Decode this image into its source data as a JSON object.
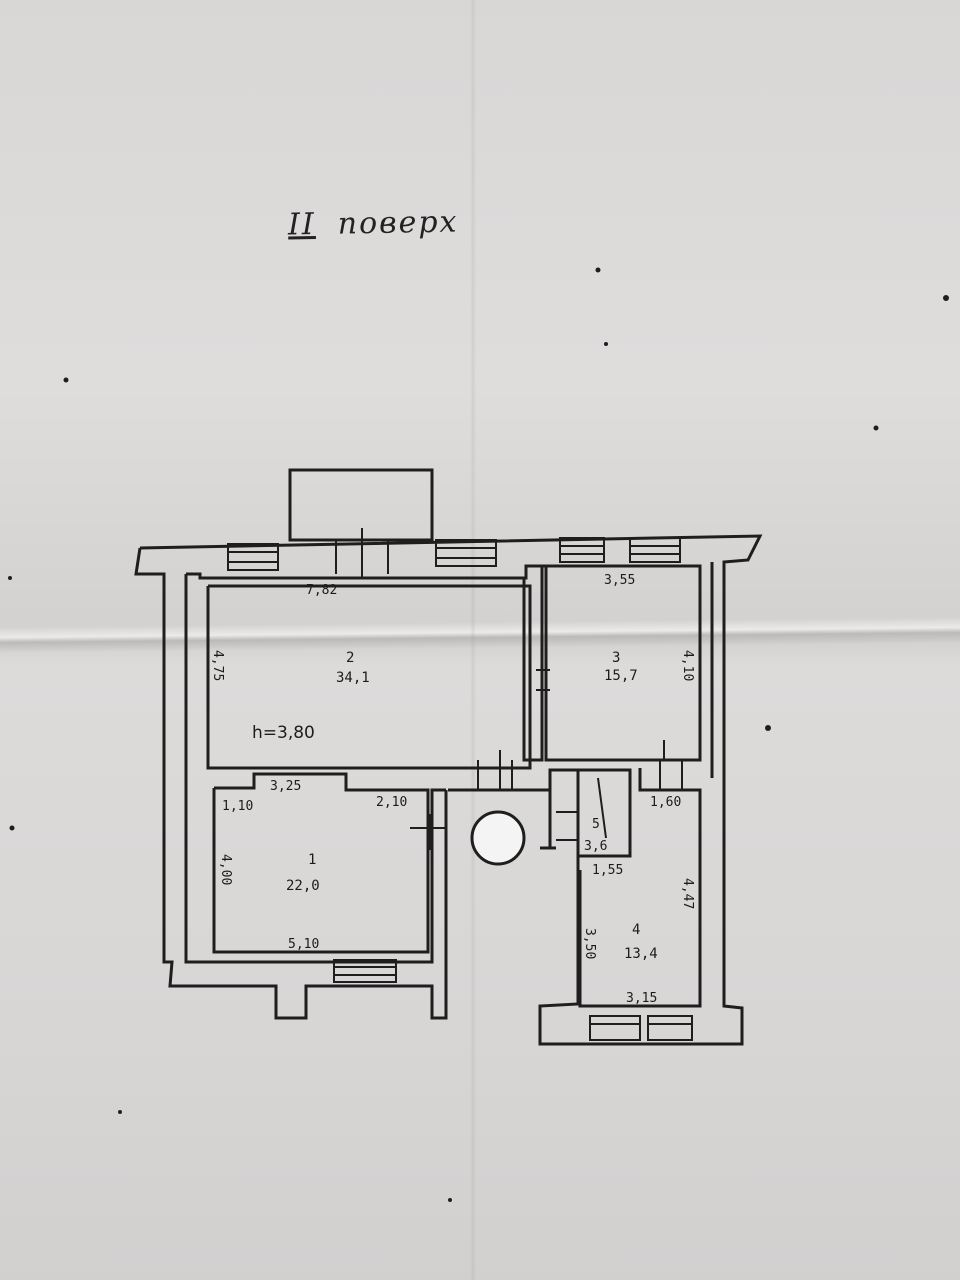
{
  "heading": {
    "number": "II",
    "word": "поверх"
  },
  "ceiling_height": "h=3,80",
  "rooms": [
    {
      "id": "1",
      "number": "1",
      "area": "22,0"
    },
    {
      "id": "2",
      "number": "2",
      "area": "34,1"
    },
    {
      "id": "3",
      "number": "3",
      "area": "15,7"
    },
    {
      "id": "4",
      "number": "4",
      "area": "13,4"
    },
    {
      "id": "5",
      "number": "5",
      "area": "3,6"
    }
  ],
  "dimensions": {
    "room2_top": "7,82",
    "room2_left": "4,75",
    "room3_top": "3,55",
    "room3_right": "4,10",
    "room1_top": "3,25",
    "room1_top_left": "1,10",
    "room1_top_right": "2,10",
    "room1_left": "4,00",
    "room1_bottom": "5,10",
    "room4_top_right": "1,60",
    "room4_top_left": "1,55",
    "room4_right": "4,47",
    "room4_left": "3,50",
    "room4_bottom": "3,15"
  }
}
